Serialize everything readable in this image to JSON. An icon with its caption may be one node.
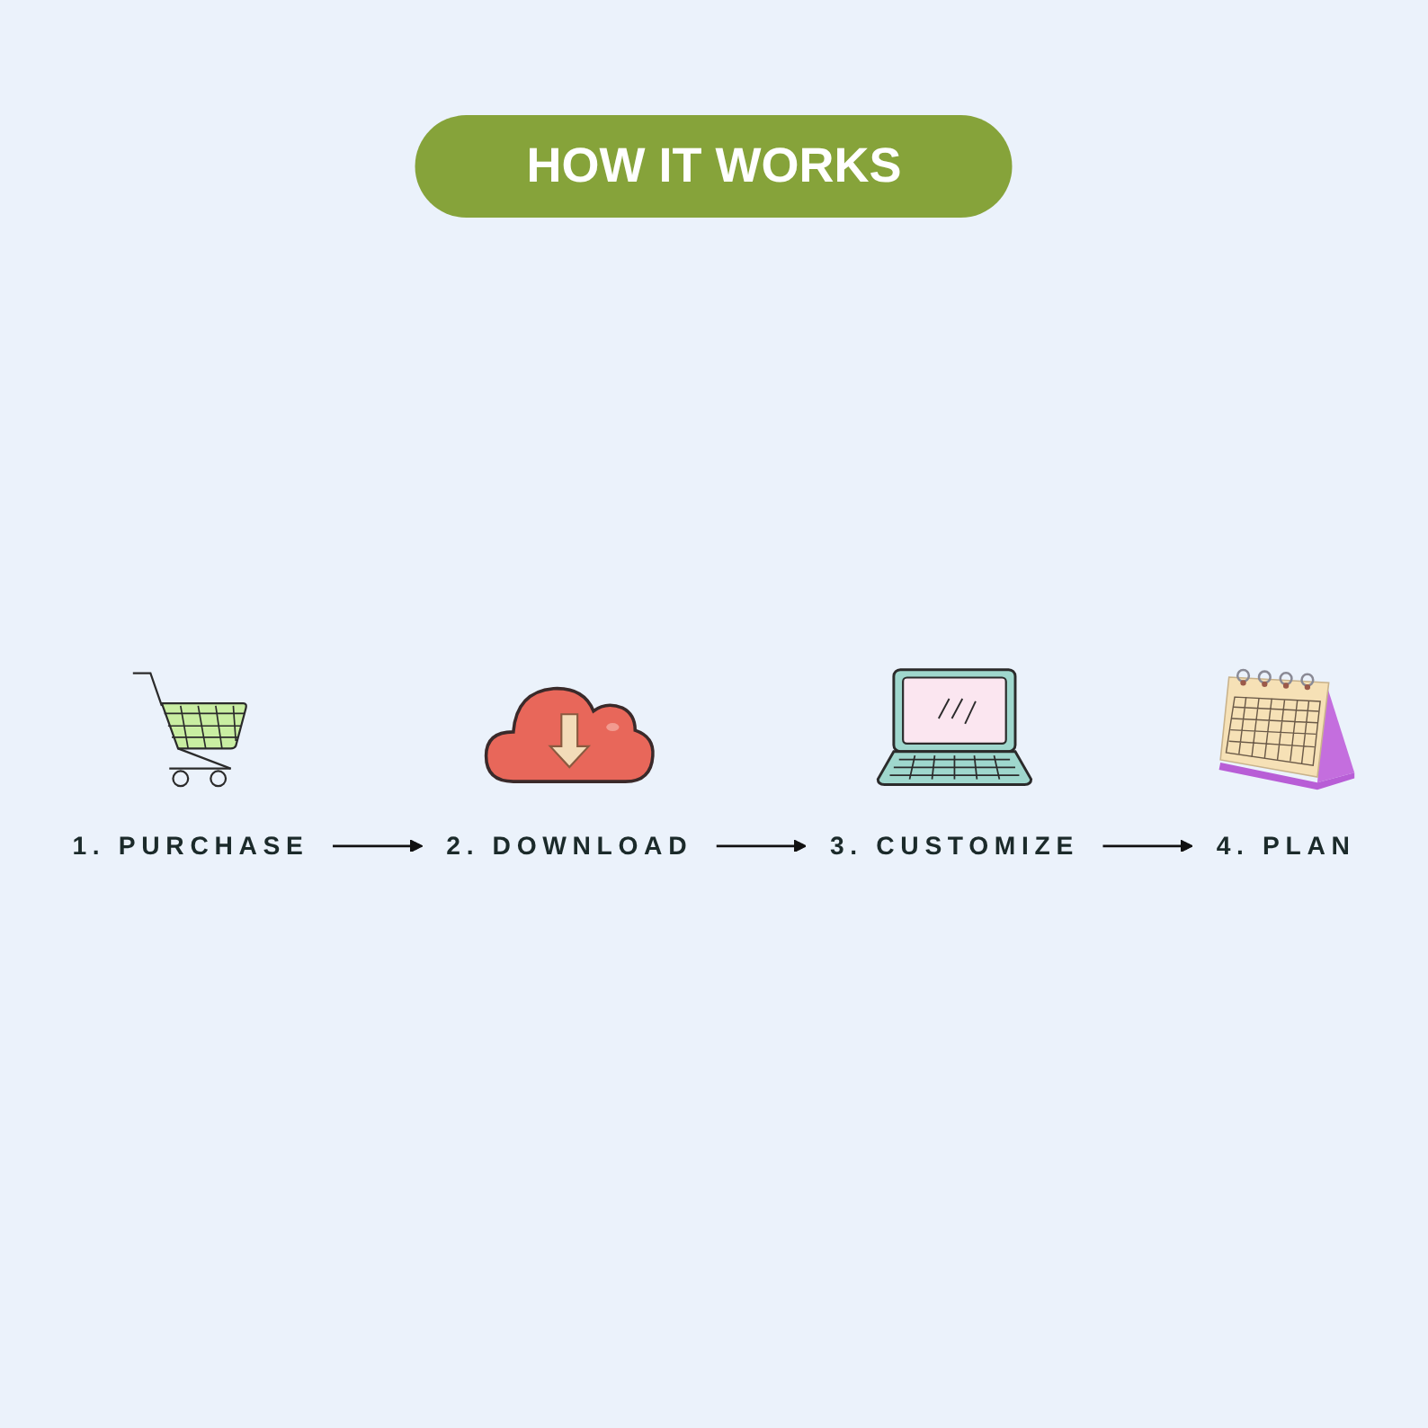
{
  "diagram": {
    "title": "HOW IT WORKS",
    "nodes": [
      {
        "text": [
          "1. PURCHASE"
        ]
      },
      {
        "text": [
          "2. DOWNLOAD"
        ]
      },
      {
        "text": [
          "3. CUSTOMIZE"
        ]
      },
      {
        "text": [
          "4. PLAN"
        ]
      }
    ],
    "edges": [
      {
        "from": 0,
        "to": 1,
        "arrow": "to"
      },
      {
        "from": 1,
        "to": 2,
        "arrow": "to"
      },
      {
        "from": 2,
        "to": 3,
        "arrow": "to"
      }
    ]
  }
}
